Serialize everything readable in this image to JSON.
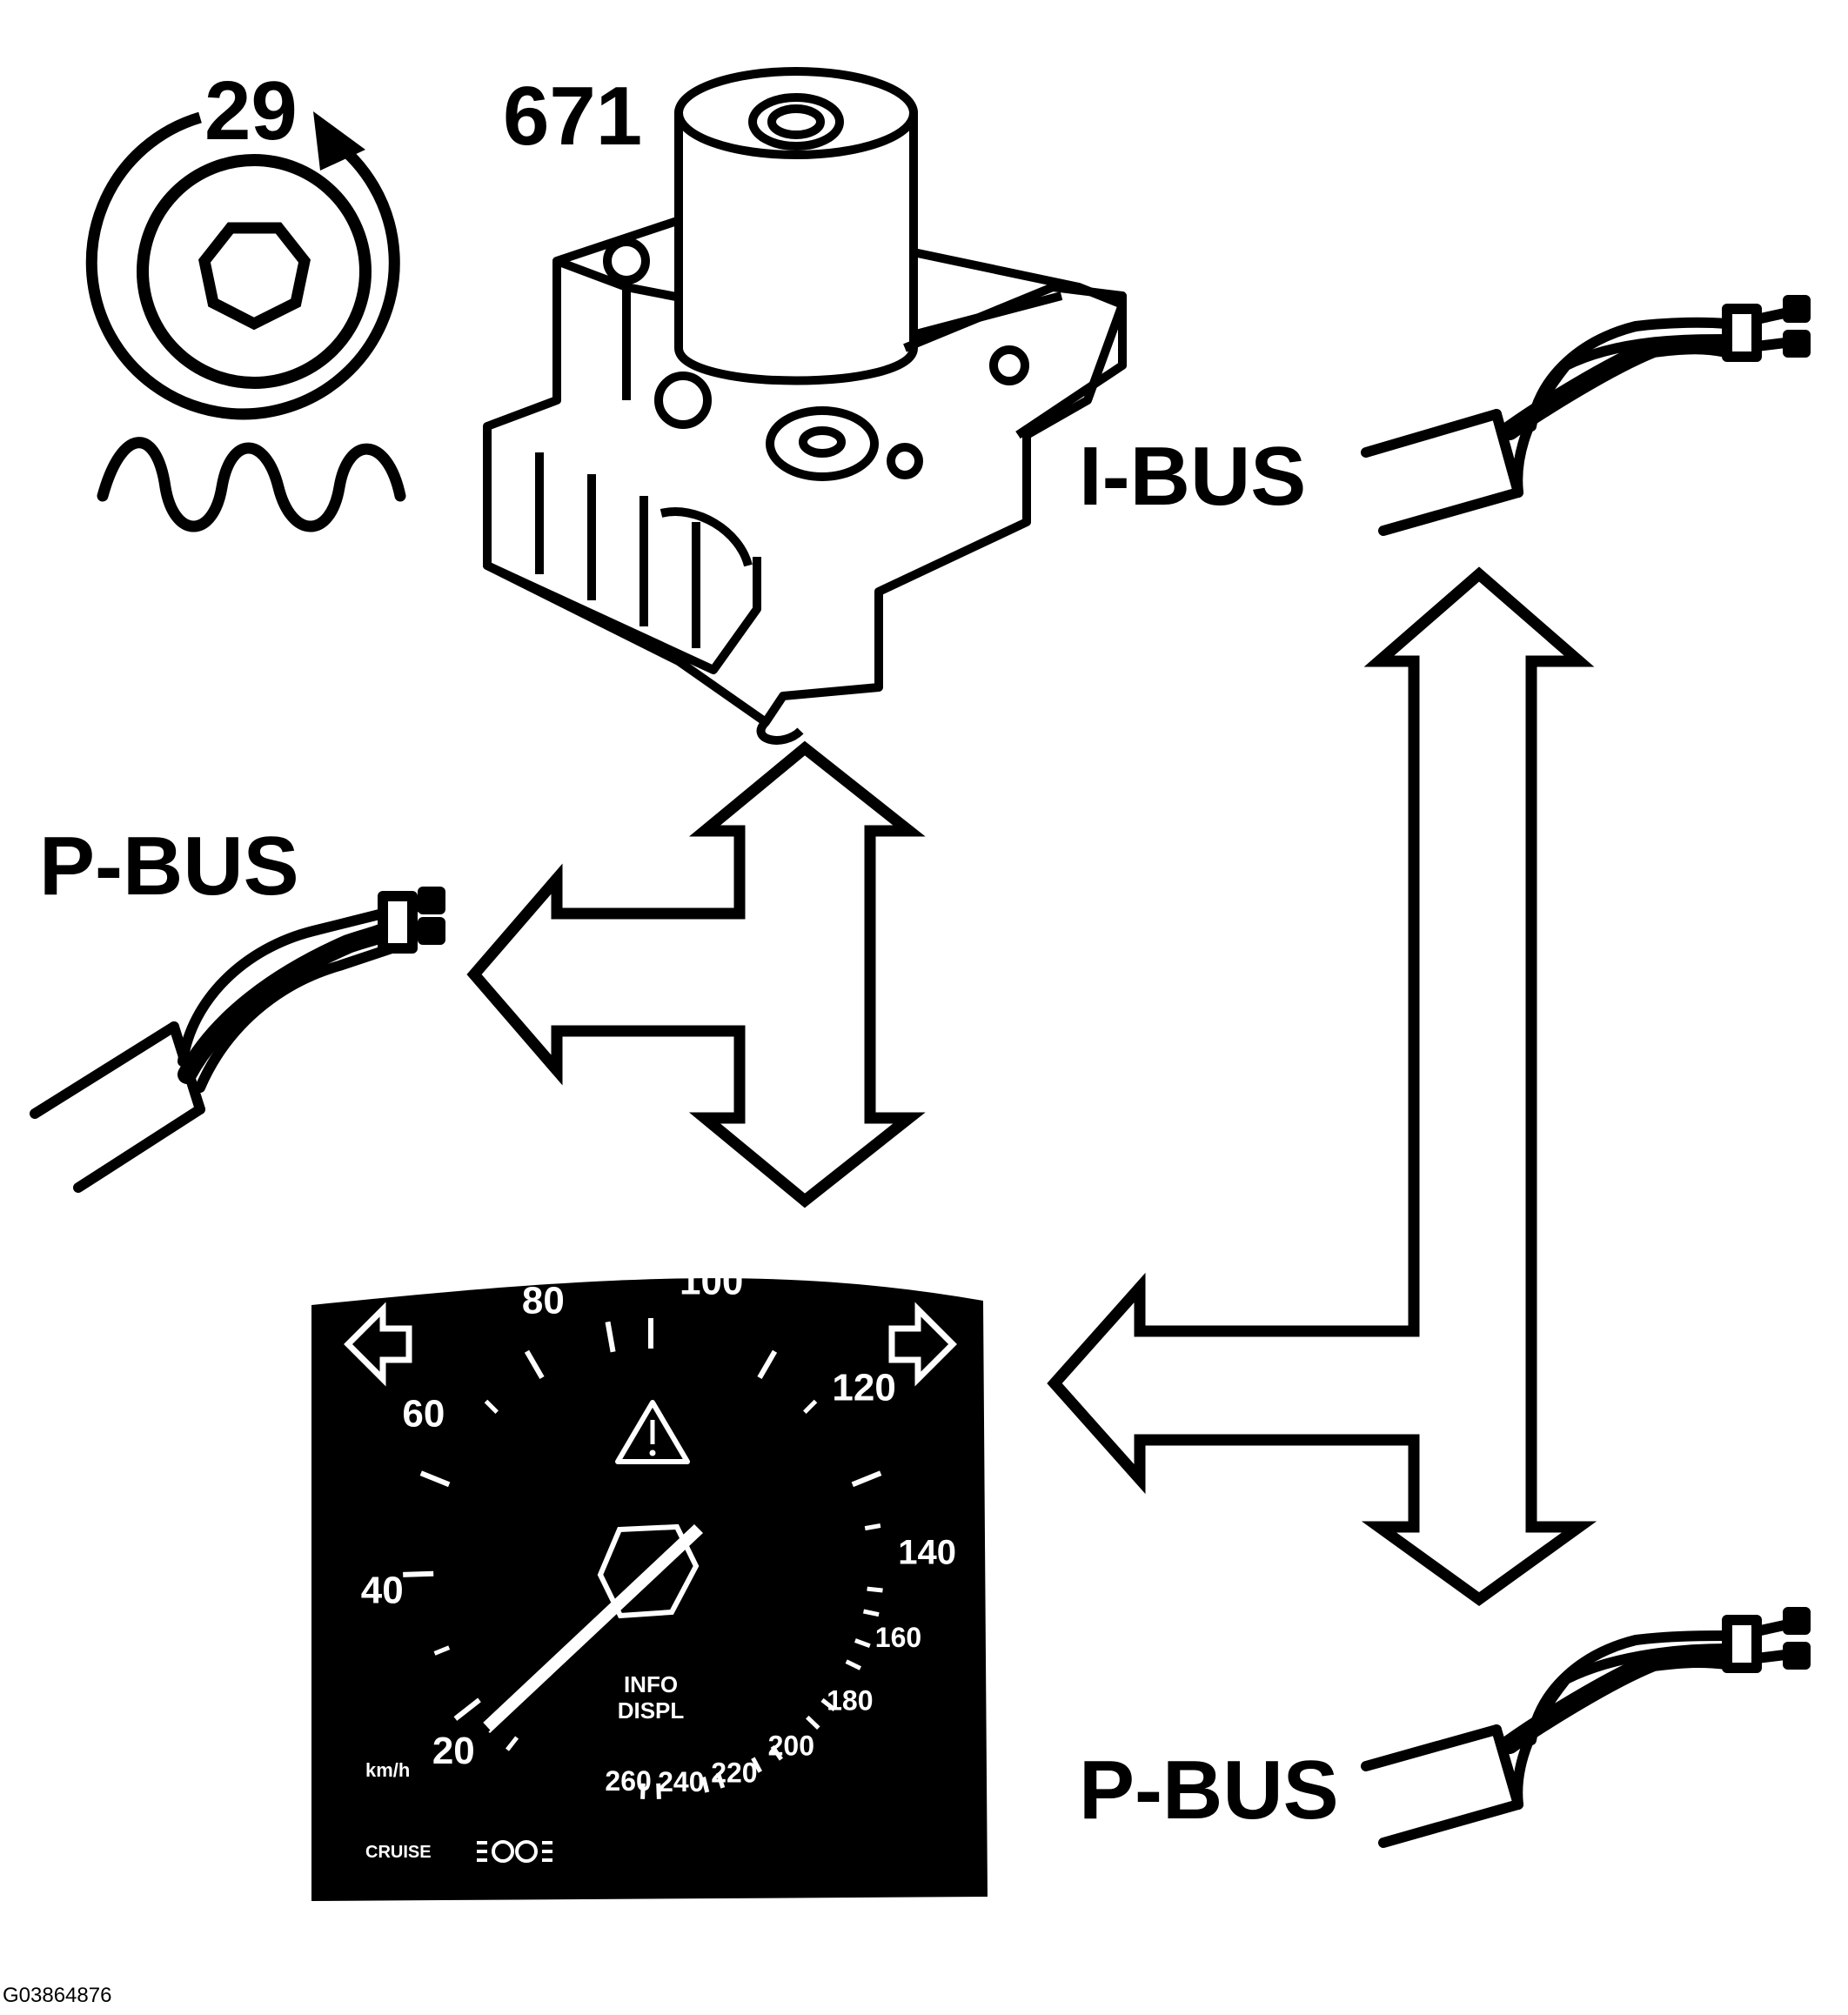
{
  "labels": {
    "rotation_number": "29",
    "module_number": "671",
    "ibus_label": "I-BUS",
    "pbus_left_label": "P-BUS",
    "pbus_right_label": "P-BUS",
    "figure_code": "G03864876"
  },
  "gauge": {
    "scale": [
      "20",
      "40",
      "60",
      "80",
      "100",
      "120",
      "140",
      "160",
      "180",
      "200",
      "220",
      "240",
      "260"
    ],
    "unit": "km/h",
    "info_line1": "INFO",
    "info_line2": "DISPL",
    "cruise": "CRUISE"
  },
  "colors": {
    "ink": "#000000",
    "paper": "#ffffff"
  },
  "icons": [
    "rotation-arrow-icon",
    "wave-signal-icon",
    "abs-module-icon",
    "bus-cable-icon",
    "double-arrow-icon",
    "turn-left-icon",
    "turn-right-icon",
    "warning-triangle-icon",
    "headlight-icon"
  ]
}
